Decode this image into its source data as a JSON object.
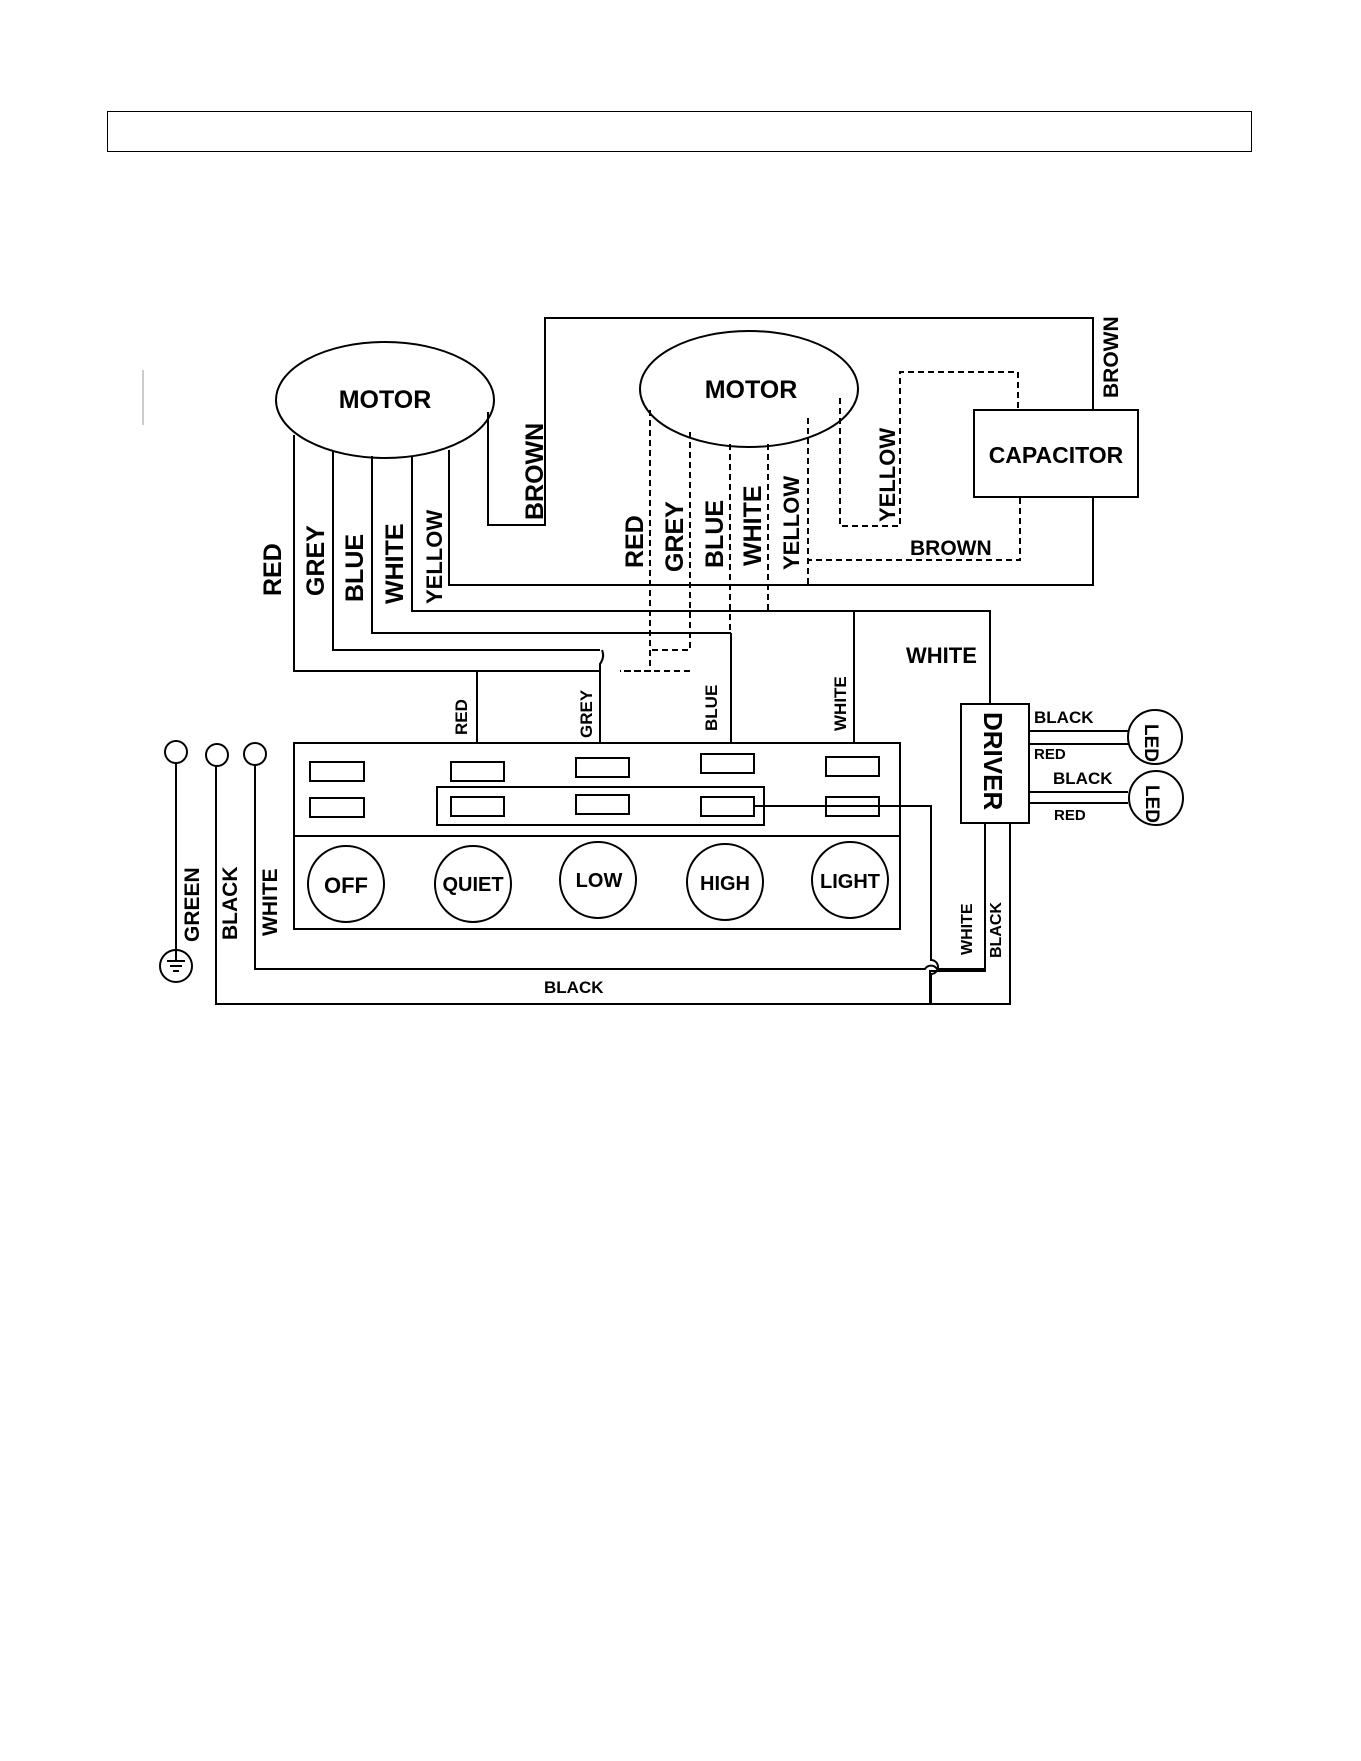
{
  "title_box": "",
  "motor_left": {
    "label": "MOTOR",
    "wires": [
      "RED",
      "GREY",
      "BLUE",
      "WHITE",
      "YELLOW"
    ],
    "brown": "BROWN"
  },
  "motor_right": {
    "label": "MOTOR",
    "wires": [
      "RED",
      "GREY",
      "BLUE",
      "WHITE",
      "YELLOW"
    ],
    "yellow": "YELLOW",
    "brown_bottom": "BROWN",
    "brown_right": "BROWN"
  },
  "capacitor": {
    "label": "CAPACITOR"
  },
  "switch_wires": [
    "RED",
    "GREY",
    "BLUE",
    "WHITE"
  ],
  "white_to_driver": "WHITE",
  "driver": {
    "label": "DRIVER",
    "led_top": {
      "black": "BLACK",
      "red": "RED",
      "label": "LED"
    },
    "led_bottom": {
      "black": "BLACK",
      "red": "RED",
      "label": "LED"
    },
    "bottom_wires": [
      "WHITE",
      "BLACK"
    ]
  },
  "buttons": [
    "OFF",
    "QUIET",
    "LOW",
    "HIGH",
    "LIGHT"
  ],
  "supply": [
    "GREEN",
    "BLACK",
    "WHITE"
  ],
  "bottom_black": "BLACK",
  "colors": {
    "line": "#000000",
    "background": "#ffffff"
  },
  "icons": {
    "ground": "ground-symbol-icon"
  }
}
